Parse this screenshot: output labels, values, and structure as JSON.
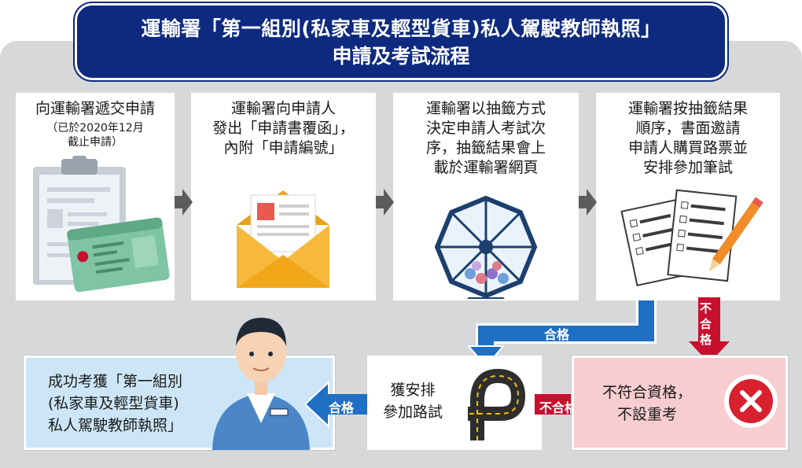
{
  "title": {
    "line1": "運輸署「第一組別(私家車及輕型貨車)私人駕駛教師執照」",
    "line2": "申請及考試流程"
  },
  "steps": [
    {
      "lines": [
        "向運輸署遞交申請"
      ],
      "sub": [
        "（已於2020年12月",
        "截止申請）"
      ],
      "icon": "clipboard-id-card-icon"
    },
    {
      "lines": [
        "運輸署向申請人",
        "發出「申請書覆函」，",
        "內附「申請編號」"
      ],
      "sub": [],
      "icon": "envelope-letter-icon"
    },
    {
      "lines": [
        "運輸署以抽籤方式",
        "決定申請人考試次",
        "序，抽籤結果會上",
        "載於運輸署網頁"
      ],
      "sub": [],
      "icon": "lottery-drum-icon"
    },
    {
      "lines": [
        "運輸署按抽籤結果",
        "順序，書面邀請",
        "申請人購買路票並",
        "安排參加筆試"
      ],
      "sub": [],
      "icon": "test-papers-pencil-icon"
    }
  ],
  "outcomes": {
    "success": [
      "成功考獲「第一組別",
      "(私家車及輕型貨車)",
      "私人駕駛教師執照」"
    ],
    "road_test": [
      "獲安排",
      "參加路試"
    ],
    "fail": [
      "不符合資格，",
      "不設重考"
    ]
  },
  "labels": {
    "pass": "合格",
    "fail": "不合格"
  },
  "colors": {
    "banner": "#0d2a7f",
    "pass_blue": "#1f6fc4",
    "fail_red": "#c8102e",
    "success_bg": "#cde6f7",
    "fail_bg": "#f7cdd0"
  }
}
